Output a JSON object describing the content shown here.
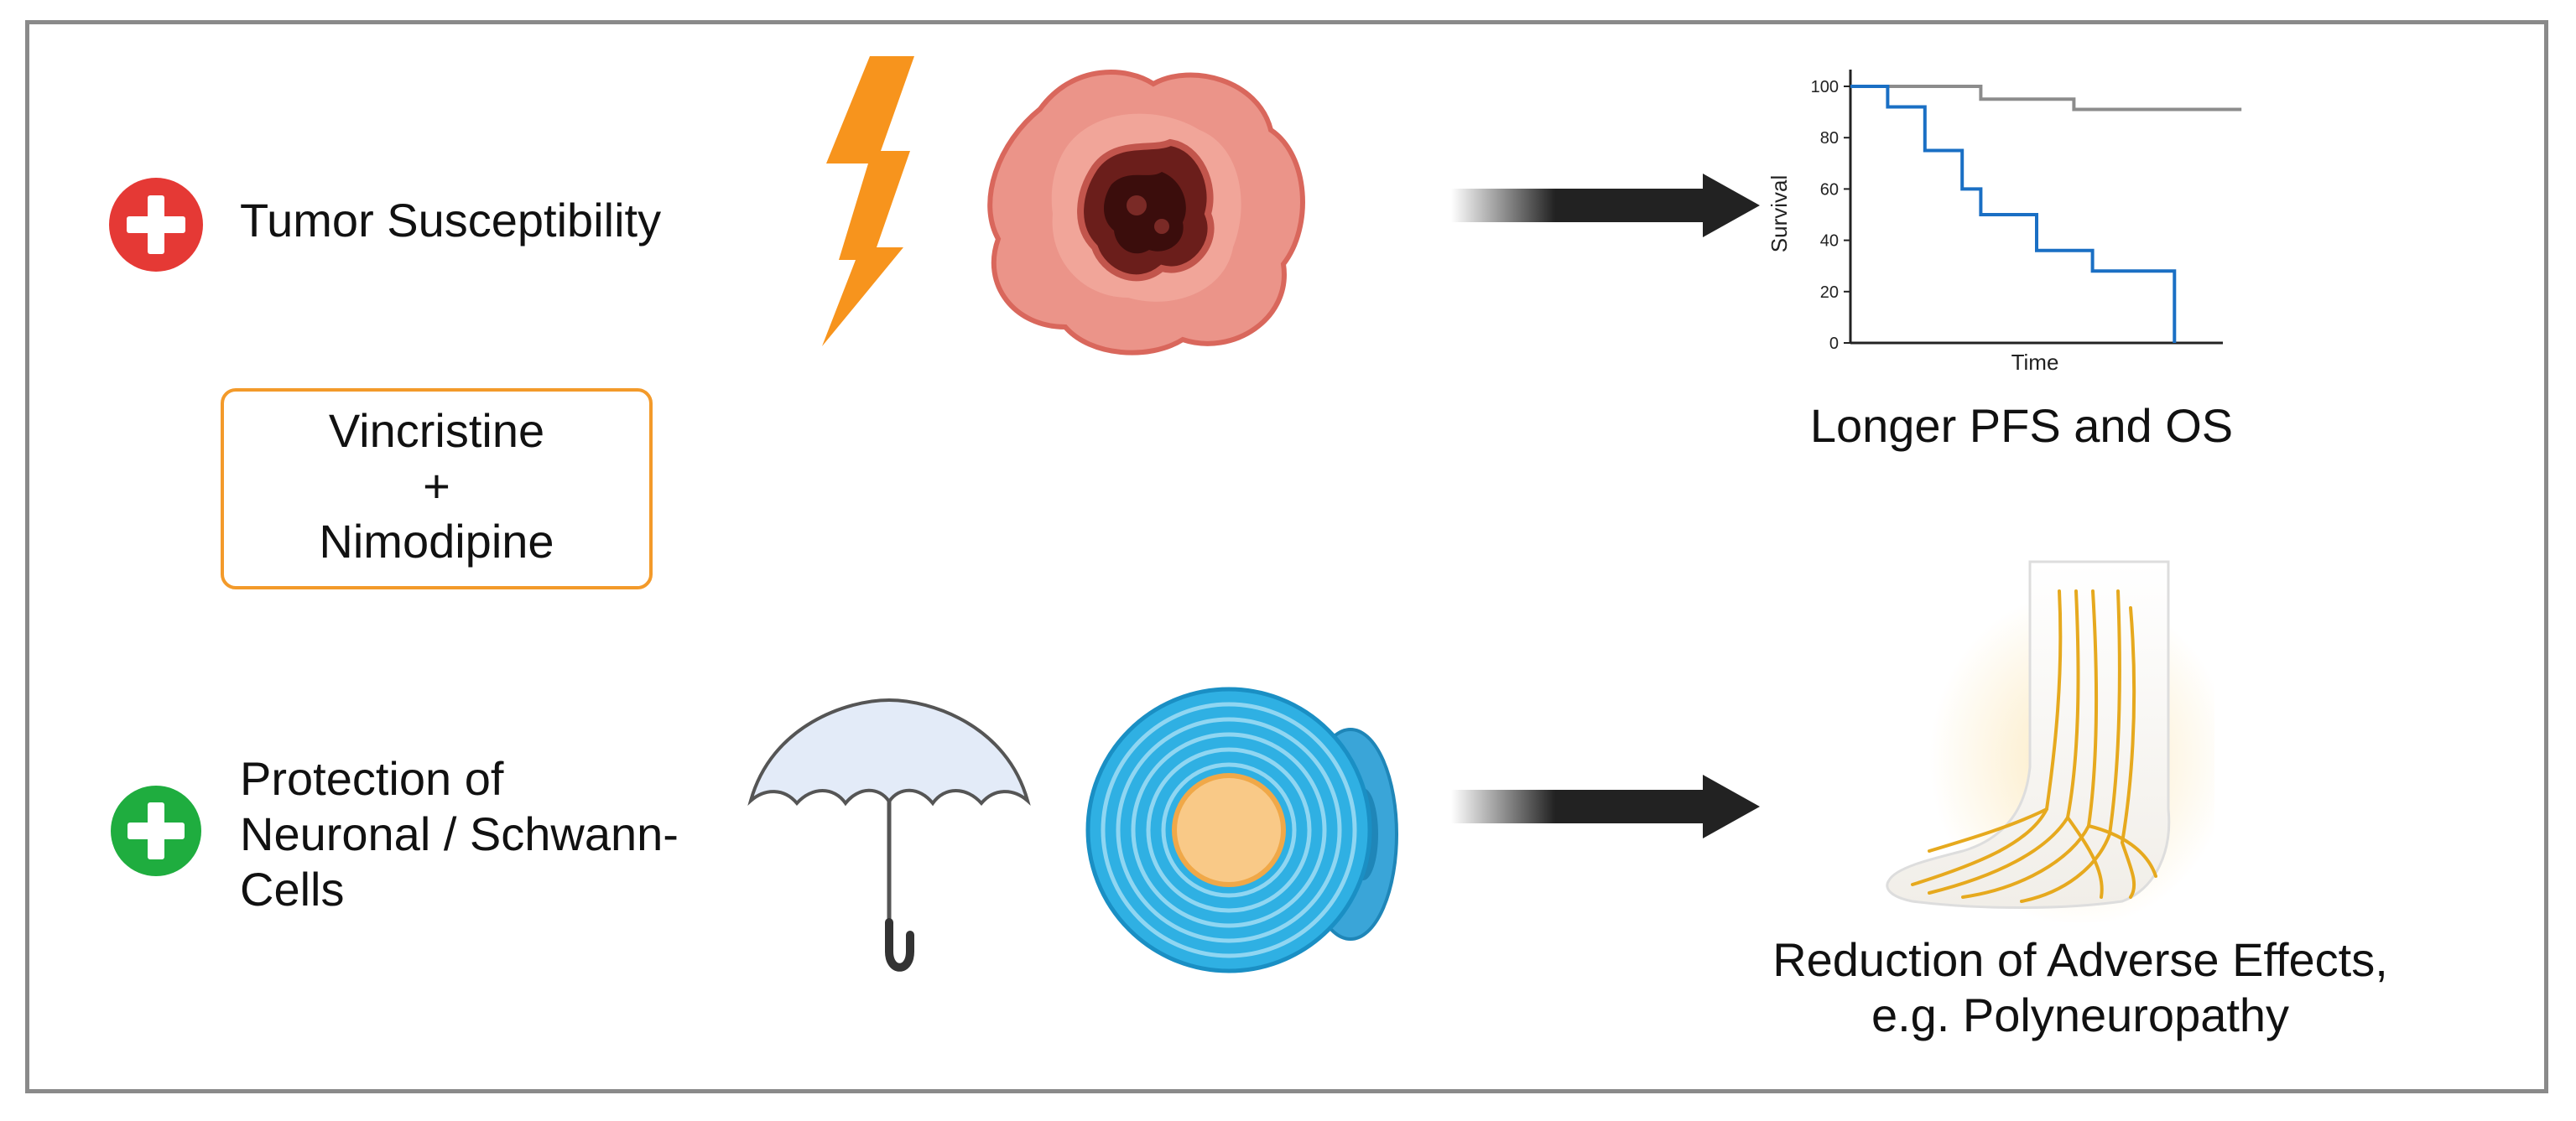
{
  "rows": {
    "tumor": {
      "label": "Tumor Susceptibility",
      "icon": "plus-icon",
      "icon_color": "#e53935"
    },
    "protection": {
      "label_lines": [
        "Protection of",
        "Neuronal / Schwann-",
        "Cells"
      ],
      "icon": "plus-icon",
      "icon_color": "#1fad3f"
    }
  },
  "drug_box": {
    "lines": [
      "Vincristine",
      "+",
      "Nimodipine"
    ],
    "border_color": "#f39a2a"
  },
  "outcomes": {
    "top": "Longer PFS and OS",
    "bottom_lines": [
      "Reduction of Adverse Effects,",
      "e.g. Polyneuropathy"
    ]
  },
  "icons": {
    "lightning": "lightning-bolt-icon",
    "tumor": "tumor-cell-icon",
    "umbrella": "umbrella-icon",
    "schwann": "schwann-cell-icon",
    "foot": "foot-nerves-icon",
    "arrow": "arrow-right-icon"
  },
  "chart_data": {
    "type": "line",
    "xlabel": "Time",
    "ylabel": "Survival",
    "ylim": [
      0,
      100
    ],
    "yticks": [
      "0",
      "20",
      "40",
      "60",
      "80",
      "100"
    ],
    "grid": false,
    "series": [
      {
        "color": "#8c8c8c",
        "x": [
          0,
          0.35,
          0.35,
          0.6,
          0.6,
          1.05
        ],
        "values": [
          100,
          100,
          95,
          95,
          91,
          91
        ]
      },
      {
        "color": "#1a6fc4",
        "x": [
          0,
          0.1,
          0.1,
          0.2,
          0.2,
          0.3,
          0.3,
          0.35,
          0.35,
          0.5,
          0.5,
          0.65,
          0.65,
          0.87,
          0.87
        ],
        "values": [
          100,
          100,
          92,
          92,
          75,
          75,
          60,
          60,
          50,
          50,
          36,
          36,
          28,
          28,
          0
        ]
      }
    ]
  }
}
